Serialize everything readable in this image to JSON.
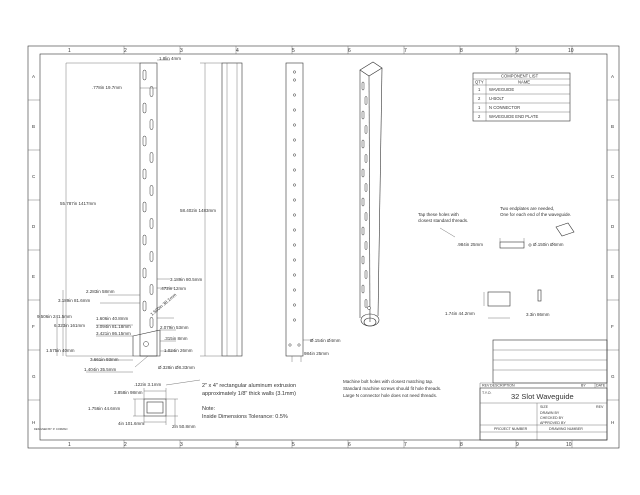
{
  "border": {
    "top_numbers": [
      "1",
      "2",
      "3",
      "4",
      "5",
      "6",
      "7",
      "8",
      "9",
      "10"
    ],
    "bottom_numbers": [
      "1",
      "2",
      "3",
      "4",
      "5",
      "6",
      "7",
      "8",
      "9",
      "10"
    ],
    "side_letters": [
      "A",
      "B",
      "C",
      "D",
      "E",
      "F",
      "G",
      "H"
    ]
  },
  "component_list": {
    "title": "COMPONENT LIST",
    "headers": [
      "QTY",
      "NAME"
    ],
    "rows": [
      {
        "qty": "1",
        "name": "WAVEGUIDE"
      },
      {
        "qty": "2",
        "name": "U-BOLT"
      },
      {
        "qty": "1",
        "name": "N CONNECTOR"
      },
      {
        "qty": "2",
        "name": "WAVEGUIDE END PLATE"
      }
    ]
  },
  "dimensions": {
    "top_offset": "1.8lin 4mm",
    "top_width": ".778in 19.7mm",
    "total_length": "55.787in 1417mm",
    "length_view2": "58.402in 1483mm",
    "hole_spacing": "3.189in 81.6mm",
    "slot_w1": "2.283in 58mm",
    "slot_w2": ".472in 12mm",
    "bottom_a": "3.189in 80.5mm",
    "bottom_b": "9.506in 241.5mm",
    "bottom_c": "6.323in 161mm",
    "bottom_d": "1.575in 40mm",
    "bottom_e": "1.606in 40.8mm",
    "bottom_f": "3.094in 81.18mm",
    "bottom_g": "3.421in 86.15mm",
    "bottom_h": "3.661in 93mm",
    "bottom_i": "1.404in 35.5mm",
    "conn_a": "2.079in 53mm",
    "conn_b": ".315in 8mm",
    "conn_c": "1.024in 26mm",
    "hole_dia": "Ø.328in Ø8.33mm",
    "ubolt_dia": "Ø.154in Ø4mm",
    "ubolt_len": "984in 25mm",
    "angle": "1.500in 38.1mm",
    "section_a": ".122in 3.1mm",
    "section_b": "3.858in 98mm",
    "section_c": "1.756in 44.6mm",
    "section_d": "4in 101.6mm",
    "section_e": "2in 50.8mm",
    "plate_len": ".984in 25mm",
    "plate_dia": "Ø.150in Ø6mm",
    "plate2_h": "1.74in 44.2mm",
    "plate2_w": "3.3in 86mm"
  },
  "notes": {
    "extrusion_line1": "2\" x 4\" rectangular aluminum extrusion",
    "extrusion_line2": "approximately 1/8\" thick walls (3.1mm)",
    "note_title": "Note:",
    "tolerance": "Inside Dimensions Tolerance: 0.5%",
    "tap_line1": "Tap these holes with",
    "tap_line2": "closest standard threads.",
    "endplates_line1": "Two endplates are needed,",
    "endplates_line2": "One for each end of the waveguide.",
    "machine_line1": "Machine bolt holes with closest matching tap.",
    "machine_line2": "Standard machine screws should fit hole threads.",
    "machine_line3": "Large N connector hole does not need threads."
  },
  "title_block": {
    "rev_label": "REV",
    "description_label": "DESCRIPTION",
    "by_label": "BY",
    "date_label": "DATE",
    "title": "32 Slot Waveguide",
    "size_label": "SIZE",
    "rev_right": "REV",
    "drawn_label": "DRAWN BY",
    "checked_label": "CHECKED BY",
    "approved_label": "APPROVED BY",
    "project_label": "PROJECT NUMBER",
    "drawing_label": "DRAWING NUMBER",
    "small_corner": "T.Y.O."
  },
  "footer_mark": "DESIGNED BY: P. CORMAN"
}
